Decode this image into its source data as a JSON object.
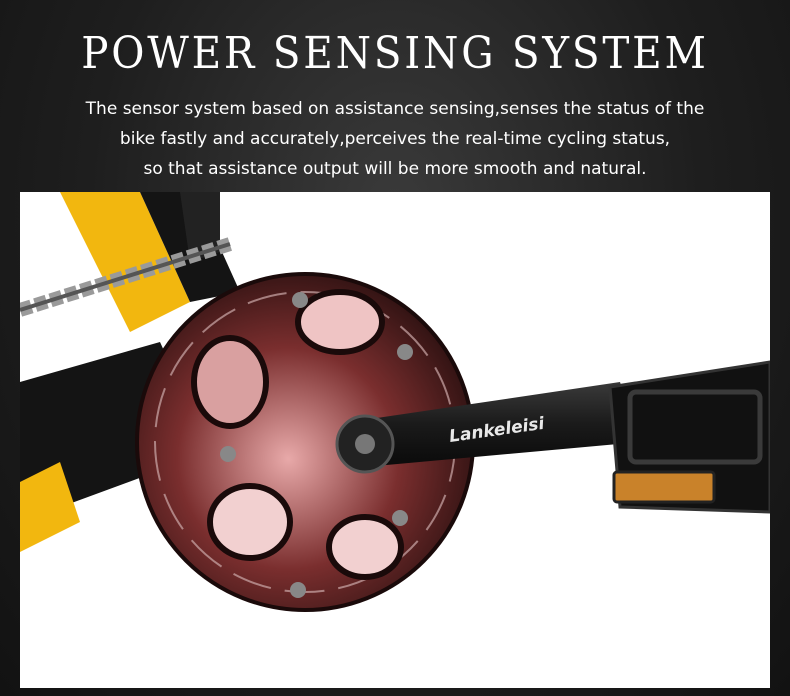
{
  "banner": {
    "title": "POWER SENSING SYSTEM",
    "description": [
      "The sensor system based on assistance sensing,senses the status of the",
      "bike fastly and accurately,perceives the real-time cycling status,",
      "so that assistance output will be more smooth and natural."
    ]
  },
  "photo": {
    "crank_brand": "Lankeleisi",
    "colors": {
      "frame_yellow": "#f2b70f",
      "frame_black": "#141414",
      "chainring": "#2a1212",
      "crank_arm": "#1a1a1a",
      "reflector": "#c9822a"
    }
  }
}
